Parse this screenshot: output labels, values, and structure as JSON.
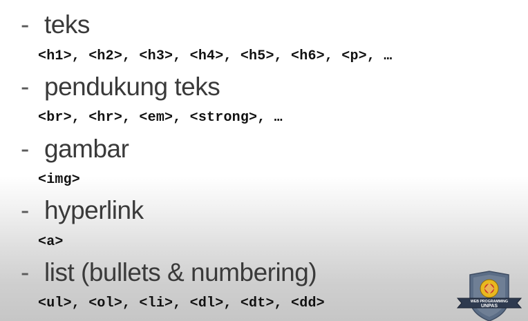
{
  "slide": {
    "items": [
      {
        "heading": "teks",
        "tags": "<h1>, <h2>, <h3>, <h4>, <h5>, <h6>, <p>, …"
      },
      {
        "heading": "pendukung teks",
        "tags": "<br>, <hr>, <em>, <strong>, …"
      },
      {
        "heading": "gambar",
        "tags": "<img>"
      },
      {
        "heading": "hyperlink",
        "tags": "<a>"
      },
      {
        "heading": "list (bullets & numbering)",
        "tags": "<ul>, <ol>, <li>, <dl>, <dt>, <dd>"
      }
    ],
    "dash": "-"
  },
  "logo": {
    "line1": "WEB PROGRAMMING",
    "line2": "UNPAS",
    "colors": {
      "shield": "#5b6d86",
      "ribbon": "#2e3a4f",
      "emblem": "#e8b81f",
      "emblem_red": "#c8312b"
    }
  }
}
